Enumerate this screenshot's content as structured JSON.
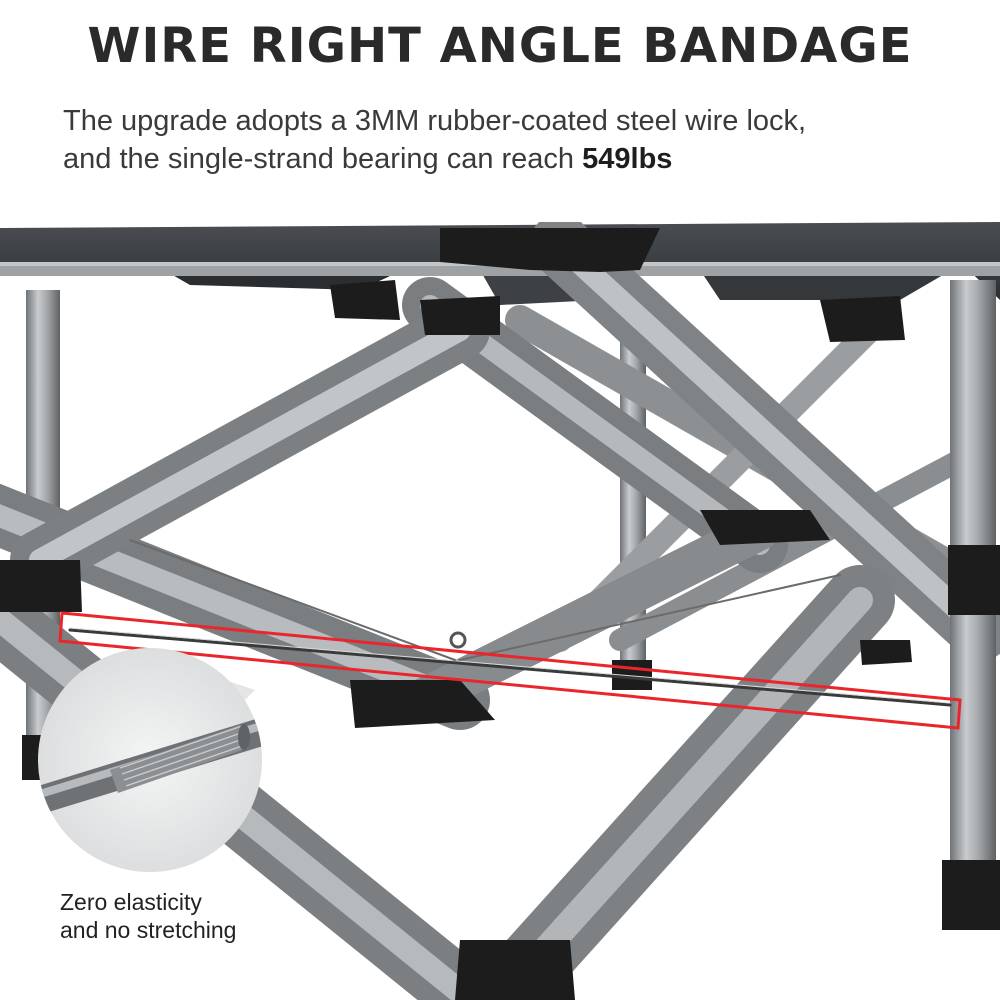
{
  "heading": {
    "title": "WIRE RIGHT ANGLE BANDAGE",
    "line1": "The upgrade adopts a 3MM rubber-coated steel wire lock,",
    "line2_prefix": "and the single-strand bearing can reach ",
    "line2_value": "549lbs"
  },
  "callout": {
    "line1": "Zero elasticity",
    "line2": "and no stretching"
  },
  "colors": {
    "frame": "#8f9397",
    "bracket": "#1c1c1c",
    "fabric": "#3a3d40",
    "highlight": "#e8262b",
    "zoom_circle": "#e9eaeb"
  }
}
